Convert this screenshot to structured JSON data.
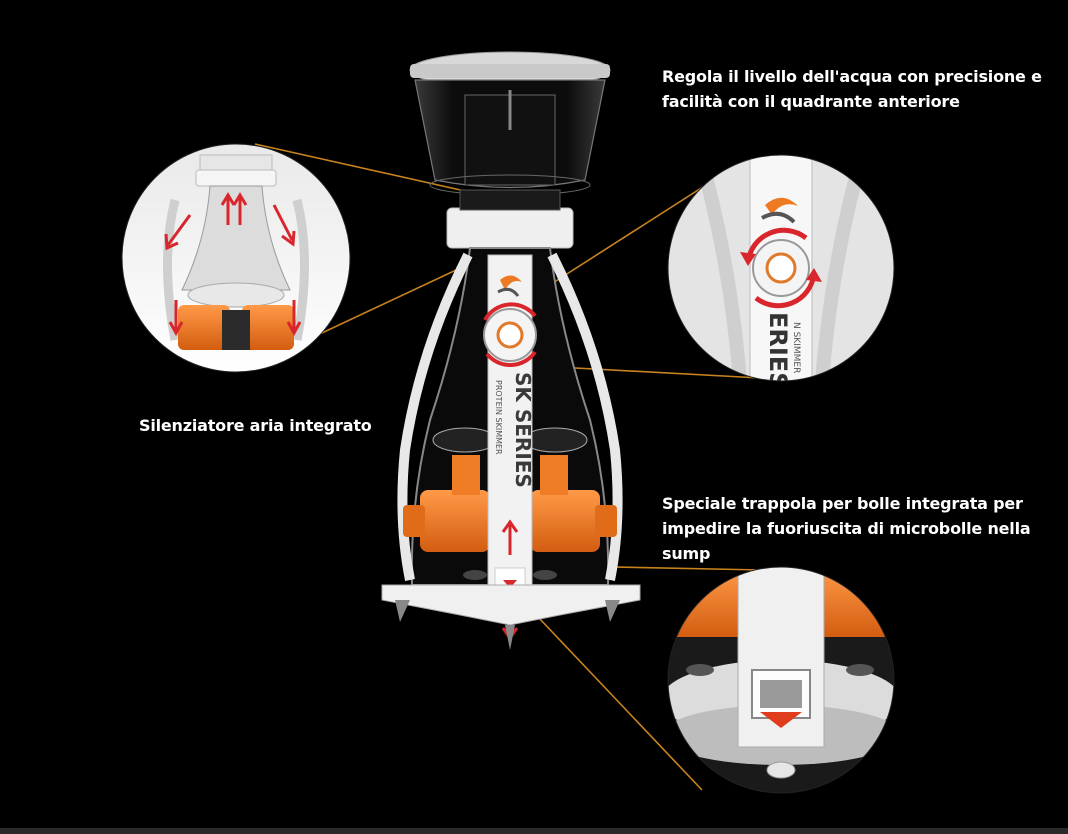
{
  "captions": {
    "water_level": "Regola il livello dell'acqua con precisione e facilità con il quadrante anteriore",
    "silencer": "Silenziatore aria integrato",
    "bubble_trap": "Speciale trappola per bolle integrata per impedire la fuoriuscita di microbolle nella sump"
  },
  "product_body_text": {
    "series": "SK SERIES",
    "subtitle": "PROTEIN SKIMMER"
  },
  "zoom_text": {
    "series_partial": "ERIES",
    "subtitle_partial": "N SKIMMER"
  },
  "colors": {
    "background": "#000000",
    "accent_orange": "#f07a22",
    "leader_line": "#c8831f",
    "arrow_red": "#d9262c",
    "body_white": "#f2f2f2",
    "caption_text": "#ffffff"
  }
}
